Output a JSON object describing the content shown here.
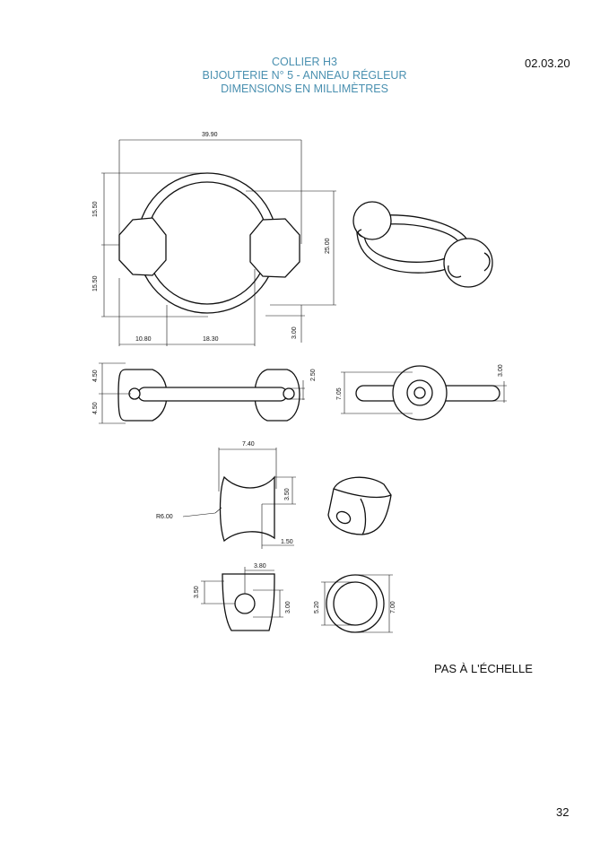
{
  "header": {
    "line1": "COLLIER H3",
    "line2": "BIJOUTERIE N° 5 - ANNEAU RÉGLEUR",
    "line3": "DIMENSIONS EN MILLIMÈTRES",
    "date": "02.03.20"
  },
  "dimensions": {
    "top_width": "39.90",
    "upper_half": "15.50",
    "lower_half": "15.50",
    "ring_height": "25.00",
    "left_offset": "10.80",
    "inner_width": "18.30",
    "wire_top": "3.00",
    "side_top": "4.50",
    "side_bottom": "4.50",
    "bead_hole": "2.50",
    "front_height": "7.05",
    "front_wire": "3.00",
    "bead_width": "7.40",
    "bead_notch": "3.50",
    "bead_radius": "R6.00",
    "bead_step": "1.50",
    "bottom_width": "3.80",
    "bottom_left": "3.50",
    "bottom_right": "3.00",
    "round_inner": "5.20",
    "round_outer": "7.00"
  },
  "footer": {
    "scale_note": "PAS À L'ÉCHELLE",
    "page_number": "32"
  }
}
